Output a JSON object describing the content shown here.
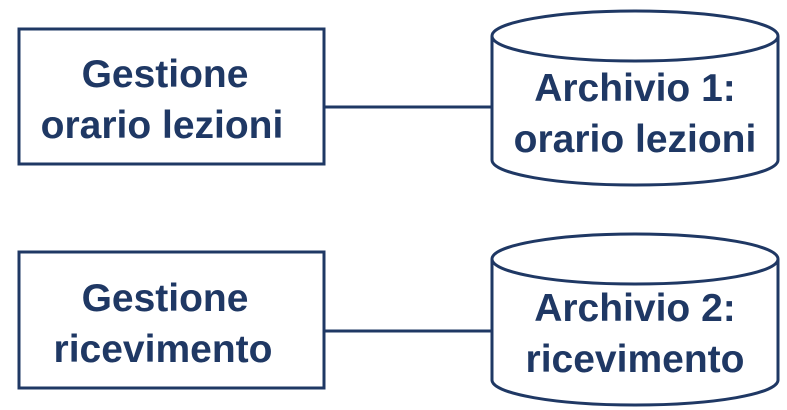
{
  "colors": {
    "stroke": "#1f3864",
    "text": "#1f3864",
    "background": "#ffffff"
  },
  "rows": [
    {
      "process": {
        "line1": "Gestione",
        "line2": "orario lezioni"
      },
      "archive": {
        "line1": "Archivio 1:",
        "line2": "orario lezioni"
      }
    },
    {
      "process": {
        "line1": "Gestione",
        "line2": "ricevimento"
      },
      "archive": {
        "line1": "Archivio 2:",
        "line2": "ricevimento"
      }
    }
  ]
}
